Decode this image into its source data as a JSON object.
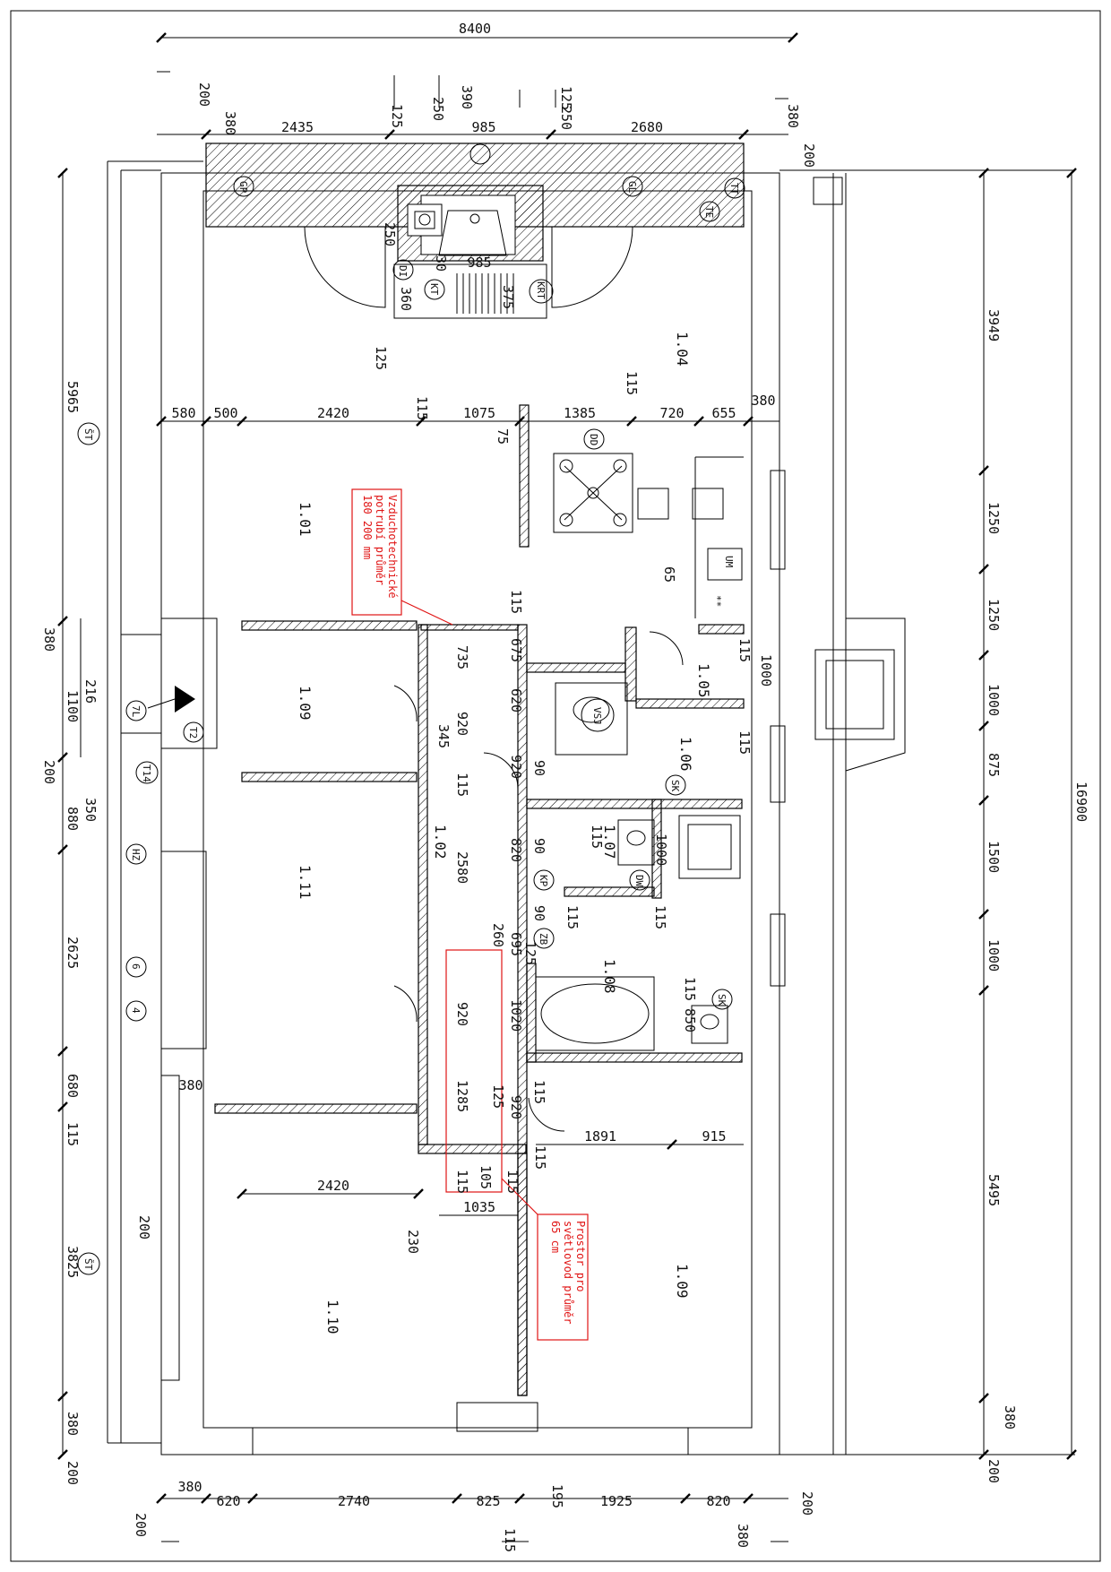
{
  "top_dims": {
    "overall": "8400",
    "a": "200",
    "b": "380",
    "c": "2435",
    "d": "125",
    "e": "250",
    "f": "390",
    "g": "985",
    "h": "125",
    "i": "250",
    "j": "2680",
    "k": "380",
    "l": "200"
  },
  "left_dims": {
    "a": "5965",
    "b": "380",
    "c": "216",
    "d": "1100",
    "e": "200",
    "f": "350",
    "g": "880",
    "h": "2625",
    "i": "680",
    "j": "115",
    "k": "3825",
    "l": "380",
    "m": "200"
  },
  "right_dims": {
    "overall": "16900",
    "a": "3949",
    "b": "1250",
    "c": "1250",
    "d": "1000",
    "e": "875",
    "f": "1500",
    "g": "1000",
    "h": "5495",
    "i": "380",
    "j": "200"
  },
  "bottom_dims": {
    "a": "380",
    "b": "620",
    "c": "2740",
    "d": "825",
    "e": "195",
    "f": "1925",
    "g": "820",
    "h": "200",
    "i": "200",
    "j": "115",
    "k": "380"
  },
  "inner_dims": {
    "d580": "580",
    "d500": "500",
    "d2420a": "2420",
    "d115a": "115",
    "d1075": "1075",
    "d1385": "1385",
    "d720": "720",
    "d655": "655",
    "d380a": "380",
    "d115b": "115",
    "d75": "75",
    "d115c": "115",
    "d735": "735",
    "d675": "675",
    "d620": "620",
    "d920a": "920",
    "d345": "345",
    "d920b": "920",
    "d90a": "90",
    "d115d": "115",
    "d115e": "115",
    "d1000a": "1000",
    "d115f": "115",
    "d820": "820",
    "d90b": "90",
    "d115g": "115",
    "d1000b": "1000",
    "d2580": "2580",
    "d260": "260",
    "d695": "695",
    "d90c": "90",
    "d125a": "125",
    "d115h": "115",
    "d115i": "115",
    "d920c": "920",
    "d1020": "1020",
    "d115j": "115",
    "d850": "850",
    "d1285": "1285",
    "d125b": "125",
    "d920d": "920",
    "d115k": "115",
    "d1891": "1891",
    "d915": "915",
    "d115l": "115",
    "d115m": "115",
    "d105": "105",
    "d115n": "115",
    "d380b": "380",
    "d2420b": "2420",
    "d1035": "1035",
    "d230": "230",
    "d200": "200",
    "d985": "985",
    "d250": "250",
    "d30": "30",
    "d360": "360",
    "d375": "375",
    "d125c": "125",
    "d65": "65"
  },
  "rooms": {
    "r104": "1.04",
    "r101": "1.01",
    "r109a": "1.09",
    "r105": "1.05",
    "r106": "1.06",
    "r107": "1.07",
    "r102": "1.02",
    "r111": "1.11",
    "r108": "1.08",
    "r109b": "1.09",
    "r110": "1.10"
  },
  "tags": {
    "gp": "GP",
    "gl": "GL",
    "tt": "TT",
    "te": "TE",
    "kt": "KT",
    "krt": "KRT",
    "di": "DI",
    "dd": "DD",
    "um": "UM",
    "vsj": "VSJ",
    "sk1": "SK",
    "dw": "DW",
    "kp": "KP",
    "zb": "ZB",
    "sk2": "SK",
    "tl": "7L",
    "t2": "T2",
    "t14": "T14",
    "hz": "HZ",
    "six": "6",
    "four": "4",
    "st1": "ŠT",
    "st2": "ŠT",
    "sym": "**"
  },
  "notes": {
    "vzt": [
      "Vzduchotechnické",
      "potrubí průměr",
      "180 200 mm"
    ],
    "svet": [
      "Prostor pro",
      "světlovod průměr",
      "65 cm"
    ]
  }
}
